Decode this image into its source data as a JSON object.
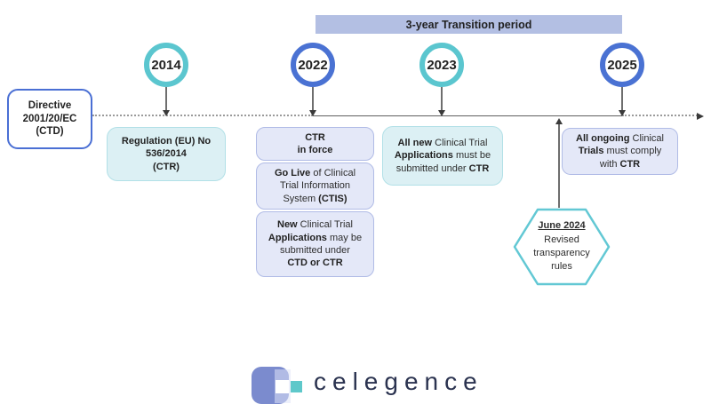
{
  "banner": {
    "label": "3-year Transition period"
  },
  "years": [
    {
      "label": "2014",
      "ring_color": "#5bc6cf"
    },
    {
      "label": "2022",
      "ring_color": "#4a72d3"
    },
    {
      "label": "2023",
      "ring_color": "#5bc6cf"
    },
    {
      "label": "2025",
      "ring_color": "#4a72d3"
    }
  ],
  "boxes": {
    "directive": {
      "segments": [
        {
          "t": "Directive",
          "b": true
        },
        {
          "br": true
        },
        {
          "t": "2001/20/EC",
          "b": true
        },
        {
          "br": true
        },
        {
          "t": "(CTD)",
          "b": true
        }
      ]
    },
    "regulation": {
      "segments": [
        {
          "t": "Regulation (EU) No",
          "b": true
        },
        {
          "br": true
        },
        {
          "t": "536/2014",
          "b": true
        },
        {
          "br": true
        },
        {
          "t": "(CTR)",
          "b": true
        }
      ]
    },
    "ctr_in_force": {
      "segments": [
        {
          "t": "CTR",
          "b": true
        },
        {
          "br": true
        },
        {
          "t": "in force",
          "b": true
        }
      ]
    },
    "go_live": {
      "segments": [
        {
          "t": "Go Live",
          "b": true
        },
        {
          "t": " of Clinical"
        },
        {
          "br": true
        },
        {
          "t": "Trial Information"
        },
        {
          "br": true
        },
        {
          "t": "System "
        },
        {
          "t": "(CTIS)",
          "b": true
        }
      ]
    },
    "new_applications": {
      "segments": [
        {
          "t": "New",
          "b": true
        },
        {
          "t": " Clinical Trial"
        },
        {
          "br": true
        },
        {
          "t": "Applications",
          "b": true
        },
        {
          "t": " may be"
        },
        {
          "br": true
        },
        {
          "t": "submitted under"
        },
        {
          "br": true
        },
        {
          "t": "CTD or CTR",
          "b": true
        }
      ]
    },
    "all_new": {
      "segments": [
        {
          "t": "All new",
          "b": true
        },
        {
          "t": " Clinical Trial"
        },
        {
          "br": true
        },
        {
          "t": "Applications",
          "b": true
        },
        {
          "t": " must be"
        },
        {
          "br": true
        },
        {
          "t": "submitted under "
        },
        {
          "t": "CTR",
          "b": true
        }
      ]
    },
    "all_ongoing": {
      "segments": [
        {
          "t": "All ongoing",
          "b": true
        },
        {
          "t": " Clinical"
        },
        {
          "br": true
        },
        {
          "t": "Trials",
          "b": true
        },
        {
          "t": " must comply"
        },
        {
          "br": true
        },
        {
          "t": "with "
        },
        {
          "t": "CTR",
          "b": true
        }
      ]
    }
  },
  "hexagon": {
    "segments": [
      {
        "t": "June 2024",
        "b": true,
        "u": true
      },
      {
        "br": true
      },
      {
        "t": "Revised"
      },
      {
        "br": true
      },
      {
        "t": "transparency"
      },
      {
        "br": true
      },
      {
        "t": "rules"
      }
    ]
  },
  "logo": {
    "text": "celegence"
  },
  "colors": {
    "teal_ring": "#5bc6cf",
    "blue_ring": "#4a72d3",
    "banner_fill": "#b3bfe3",
    "lavender_fill": "#e4e8f8",
    "lavender_border": "#b0bbe6",
    "cyan_fill": "#dcf0f4",
    "cyan_border": "#b2e0e7",
    "hexagon_border": "#62c8d4",
    "directive_border": "#4a6fd4",
    "timeline_color": "#5f5f5f",
    "logo_purple": "#7b8bce",
    "logo_teal": "#5ec8ca",
    "logo_text_color": "#2b3350"
  }
}
